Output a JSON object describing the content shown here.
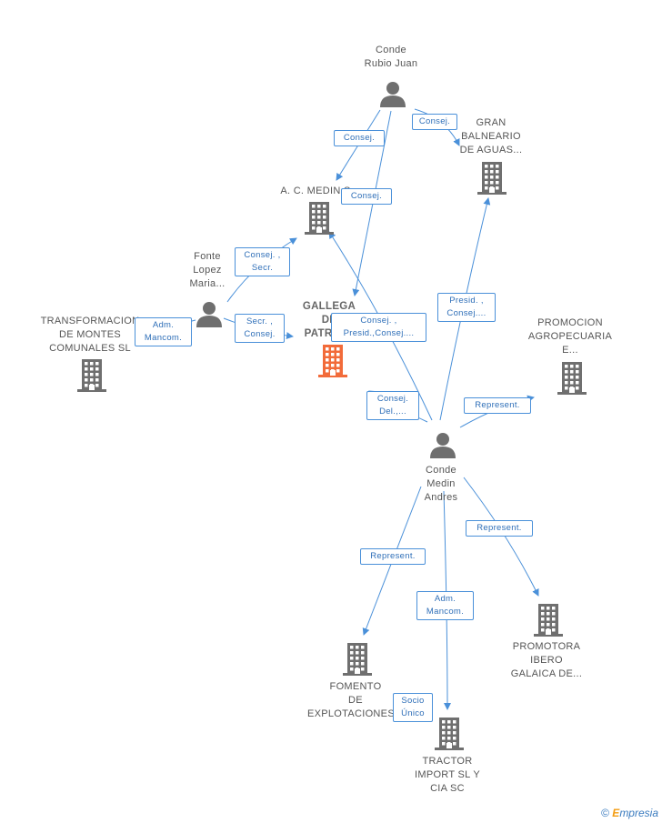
{
  "colors": {
    "edge": "#4a90d9",
    "node_gray": "#6f6f6f",
    "node_center": "#f26b3a"
  },
  "nodes": {
    "conde_rubio": {
      "label": [
        "Conde",
        "Rubio Juan"
      ],
      "type": "person"
    },
    "gran_balneario": {
      "label": [
        "GRAN",
        "BALNEARIO",
        "DE AGUAS..."
      ],
      "type": "company"
    },
    "ac_medin": {
      "label": [
        "A. C. MEDIN S..."
      ],
      "type": "company"
    },
    "fonte_lopez": {
      "label": [
        "Fonte",
        "Lopez",
        "Maria..."
      ],
      "type": "person"
    },
    "gallega": {
      "label": [
        "GALLEGA",
        "DE",
        "PATRIM..."
      ],
      "type": "company-center"
    },
    "transformacion": {
      "label": [
        "TRANSFORMACION",
        "DE MONTES",
        "COMUNALES SL"
      ],
      "type": "company"
    },
    "promocion": {
      "label": [
        "PROMOCION",
        "AGROPECUARIA",
        "E..."
      ],
      "type": "company"
    },
    "conde_medin": {
      "label": [
        "Conde",
        "Medin",
        "Andres"
      ],
      "type": "person"
    },
    "fomento": {
      "label": [
        "FOMENTO",
        "DE",
        "EXPLOTACIONES..."
      ],
      "type": "company"
    },
    "tractor": {
      "label": [
        "TRACTOR",
        "IMPORT SL Y",
        "CIA SC"
      ],
      "type": "company"
    },
    "promotora": {
      "label": [
        "PROMOTORA",
        "IBERO",
        "GALAICA DE..."
      ],
      "type": "company"
    }
  },
  "edge_labels": {
    "e1": [
      "Consej."
    ],
    "e2": [
      "Consej."
    ],
    "e3": [
      "Consej."
    ],
    "e4": [
      "Consej. ,",
      "Secr."
    ],
    "e5": [
      "Adm.",
      "Mancom."
    ],
    "e6": [
      "Secr. ,",
      "Consej."
    ],
    "e7": [
      "Consej. ,",
      "Presid.,Consej...."
    ],
    "e8": [
      "Presid. ,",
      "Consej...."
    ],
    "e9": [
      "Consej.",
      "Del.,..."
    ],
    "e10": [
      "Represent."
    ],
    "e11": [
      "Represent."
    ],
    "e12": [
      "Represent."
    ],
    "e13": [
      "Adm.",
      "Mancom."
    ],
    "e14": [
      "Socio",
      "Único"
    ]
  },
  "footer": {
    "copyright": "©",
    "brand_first": "E",
    "brand_rest": "mpresia"
  }
}
